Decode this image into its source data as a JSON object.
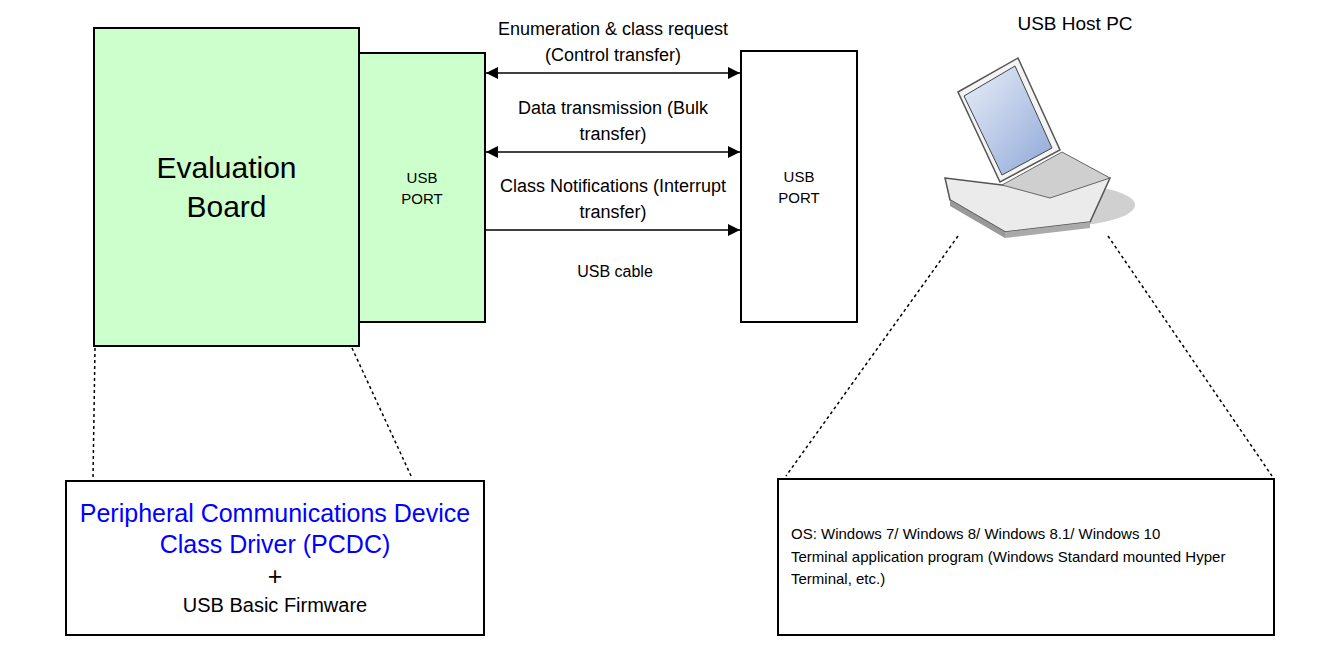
{
  "diagram": {
    "nodes": [
      {
        "text": [
          "Evaluation Board"
        ]
      },
      {
        "text": [
          "USB PORT"
        ]
      },
      {
        "text": [
          "USB PORT"
        ]
      },
      {
        "text": [
          "Peripheral Communications Device Class Driver (PCDC)",
          "+",
          "USB Basic Firmware"
        ]
      },
      {
        "text": [
          "OS: Windows 7/ Windows 8/ Windows 8.1/ Windows 10",
          "Terminal application program (Windows Standard mounted Hyper Terminal, etc.)"
        ]
      }
    ],
    "edges": [
      {
        "from": 1,
        "to": 2,
        "label": "Enumeration & class request (Control transfer)",
        "arrow": "both"
      },
      {
        "from": 1,
        "to": 2,
        "label": "Data transmission (Bulk transfer)",
        "arrow": "both"
      },
      {
        "from": 1,
        "to": 2,
        "label": "Class Notifications (Interrupt transfer)",
        "arrow": "to"
      }
    ],
    "labels": [
      "USB Host PC",
      "USB cable"
    ]
  }
}
